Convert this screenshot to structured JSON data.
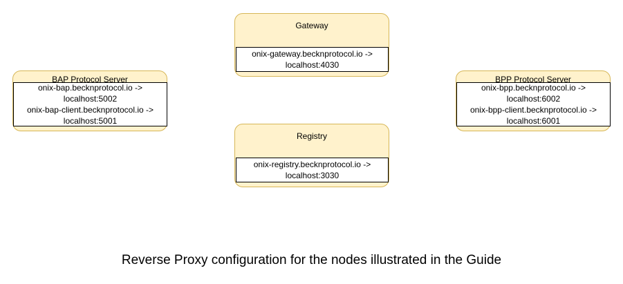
{
  "diagram": {
    "type": "architecture-node-diagram",
    "caption": "Reverse Proxy configuration for the nodes illustrated in the Guide",
    "colors": {
      "node_fill": "#fff2cc",
      "node_border": "#d6b656",
      "detail_fill": "#ffffff",
      "detail_border": "#000000",
      "text": "#000000",
      "background": "#ffffff"
    },
    "nodes": [
      {
        "id": "gateway",
        "title": "Gateway",
        "mappings": [
          {
            "line1": "onix-gateway.becknprotocol.io ->",
            "line2": "localhost:4030"
          }
        ]
      },
      {
        "id": "registry",
        "title": "Registry",
        "mappings": [
          {
            "line1": "onix-registry.becknprotocol.io ->",
            "line2": "localhost:3030"
          }
        ]
      },
      {
        "id": "bap",
        "title": "BAP Protocol Server",
        "mappings": [
          {
            "line1": "onix-bap.becknprotocol.io ->",
            "line2": "localhost:5002"
          },
          {
            "line1": "onix-bap-client.becknprotocol.io ->",
            "line2": "localhost:5001"
          }
        ]
      },
      {
        "id": "bpp",
        "title": "BPP Protocol Server",
        "mappings": [
          {
            "line1": "onix-bpp.becknprotocol.io ->",
            "line2": "localhost:6002"
          },
          {
            "line1": "onix-bpp-client.becknprotocol.io ->",
            "line2": "localhost:6001"
          }
        ]
      }
    ]
  }
}
